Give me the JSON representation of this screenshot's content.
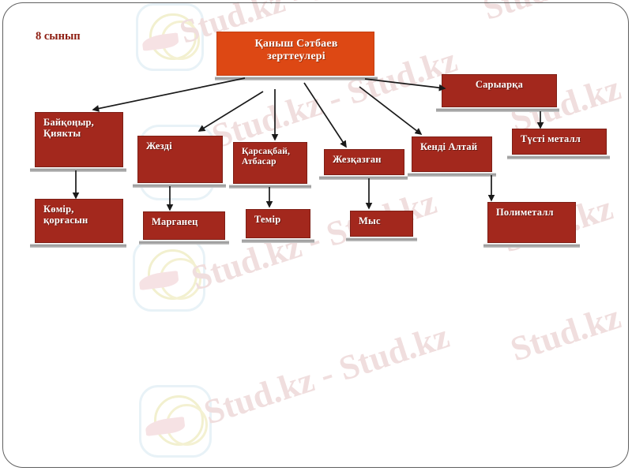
{
  "slide": {
    "grade_label": "8 сынып",
    "background_color": "#ffffff",
    "frame_color": "#606060"
  },
  "colors": {
    "title_box": "#dd4814",
    "node_box": "#a3281d",
    "node_text": "#ffffff",
    "grade_text": "#8d1c10",
    "arrow": "#1a1a1a",
    "watermark": "#f0dede"
  },
  "diagram": {
    "type": "tree",
    "title": "Қаныш Сәтбаев зерттеулері",
    "root": {
      "id": "root",
      "label_line1": "Қаныш Сәтбаев",
      "label_line2": "зерттеулері"
    },
    "nodes": [
      {
        "id": "baikonyr",
        "label_line1": "Байқоңыр,",
        "label_line2": "Қиякты"
      },
      {
        "id": "komir",
        "label_line1": "Көмір,",
        "label_line2": "қорғасын"
      },
      {
        "id": "zhezdi",
        "label_line1": "Жезді",
        "label_line2": ""
      },
      {
        "id": "marganets",
        "label_line1": "Марганец",
        "label_line2": ""
      },
      {
        "id": "karsakbai",
        "label_line1": "Қарсақбай,",
        "label_line2": "Атбасар"
      },
      {
        "id": "temir",
        "label_line1": "Темір",
        "label_line2": ""
      },
      {
        "id": "zhezkazgan",
        "label_line1": "Жезқазған",
        "label_line2": ""
      },
      {
        "id": "mys",
        "label_line1": "Мыс",
        "label_line2": ""
      },
      {
        "id": "kendi_altai",
        "label_line1": "Кенді Алтай",
        "label_line2": ""
      },
      {
        "id": "polimetall",
        "label_line1": "Полиметалл",
        "label_line2": ""
      },
      {
        "id": "saryarka",
        "label_line1": "Сарыарқа",
        "label_line2": ""
      },
      {
        "id": "tusti_metall",
        "label_line1": "Түсті металл",
        "label_line2": ""
      }
    ],
    "edges": [
      {
        "from": "root",
        "to": "baikonyr"
      },
      {
        "from": "root",
        "to": "zhezdi"
      },
      {
        "from": "root",
        "to": "karsakbai"
      },
      {
        "from": "root",
        "to": "zhezkazgan"
      },
      {
        "from": "root",
        "to": "kendi_altai"
      },
      {
        "from": "root",
        "to": "saryarka"
      },
      {
        "from": "baikonyr",
        "to": "komir"
      },
      {
        "from": "zhezdi",
        "to": "marganets"
      },
      {
        "from": "karsakbai",
        "to": "temir"
      },
      {
        "from": "zhezkazgan",
        "to": "mys"
      },
      {
        "from": "kendi_altai",
        "to": "polimetall"
      },
      {
        "from": "saryarka",
        "to": "tusti_metall"
      }
    ]
  },
  "watermark": {
    "text_a": "Stud.kz",
    "text_b": "Stud.kz - Stud.kz",
    "logo_name": "bird-leaf-logo"
  }
}
